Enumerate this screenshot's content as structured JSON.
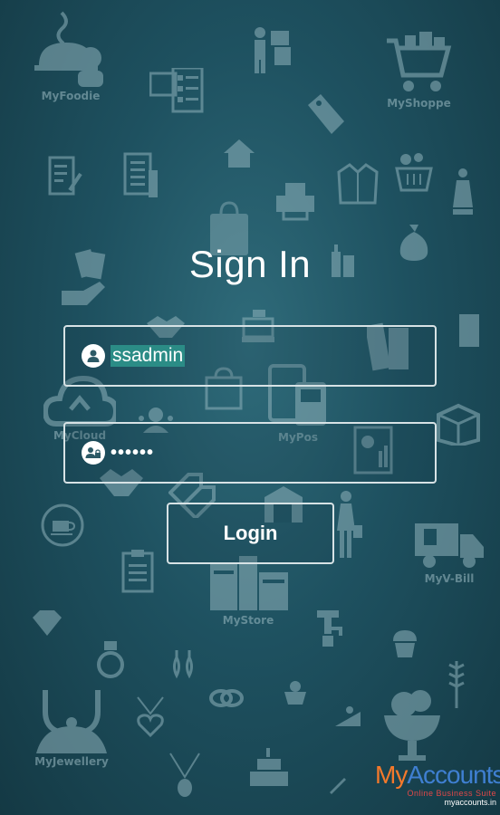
{
  "background": {
    "labels": {
      "myfoodie": "MyFoodie",
      "myshoppe": "MyShoppe",
      "mycloud": "MyCloud",
      "mypos": "MyPos",
      "myvbill": "MyV-Bill",
      "mystore": "MyStore",
      "myjewellery": "MyJewellery"
    }
  },
  "login": {
    "title": "Sign In",
    "username_value": "ssadmin",
    "password_value": "••••••",
    "button_label": "Login"
  },
  "brand": {
    "name_my": "My",
    "name_accounts": "Accounts",
    "tagline": "Online Business Suite",
    "url": "myaccounts.in"
  },
  "colors": {
    "background": "#1e5160",
    "field_border": "#d7e2e5",
    "selection": "#2b8c86",
    "brand_orange": "#f4792b",
    "brand_blue": "#3f7fd1"
  },
  "icons": {
    "username": "user-icon",
    "password": "users-lock-icon"
  }
}
